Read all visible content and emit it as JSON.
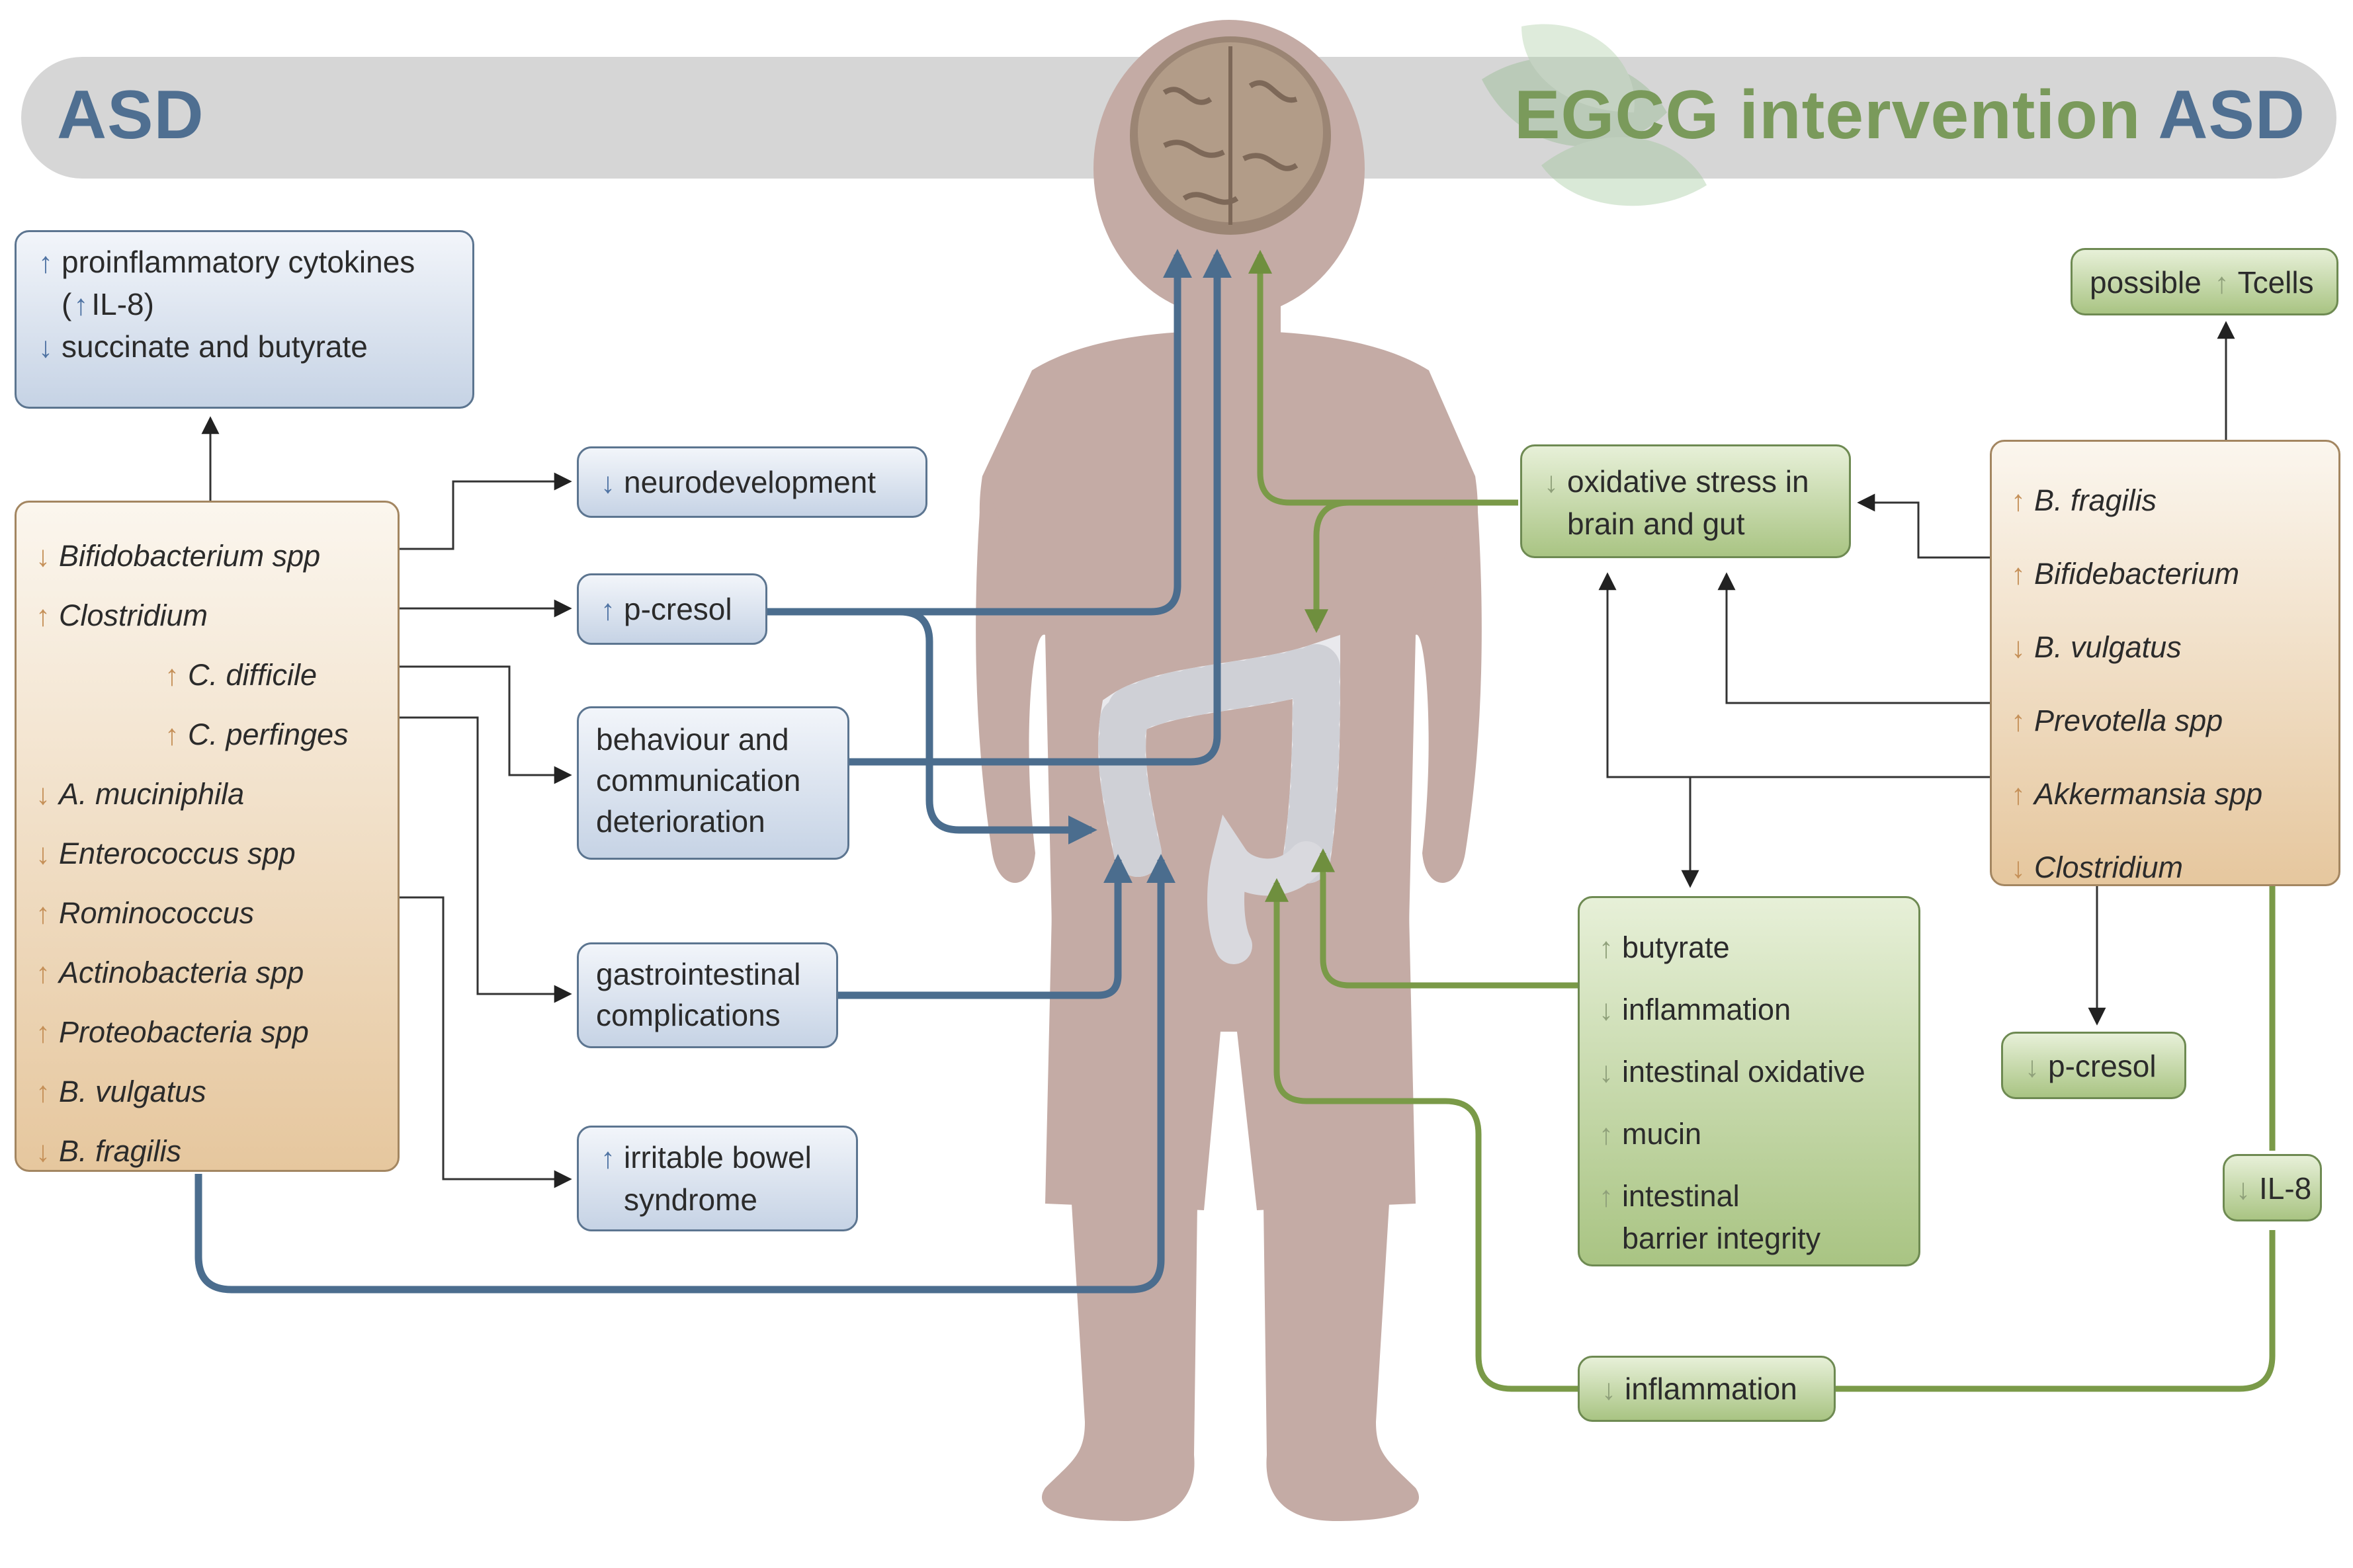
{
  "header": {
    "left_title": "ASD",
    "right_title_green": "EGCG intervention",
    "right_title_blue": "ASD"
  },
  "icons": [
    "brain-icon",
    "child-silhouette-icon",
    "intestine-icon",
    "tea-leaf-icon",
    "up-arrow-icon",
    "down-arrow-icon"
  ],
  "colors": {
    "asd_blue": "#4f6f91",
    "egcg_green": "#7a9a5b",
    "microbe_tan": "#c59058",
    "silhouette": "#c4aba5",
    "banner": "#d6d6d6"
  },
  "left": {
    "cytokines_box": {
      "line1": "proinflammatory cytokines",
      "line2_open": "(",
      "line2_text": "IL-8)",
      "line3": "succinate and butyrate"
    },
    "microbes": [
      {
        "dir": "down",
        "name": "Bifidobacterium spp"
      },
      {
        "dir": "up",
        "name": "Clostridium"
      },
      {
        "dir": "up",
        "name": "C. difficile"
      },
      {
        "dir": "up",
        "name": "C. perfinges"
      },
      {
        "dir": "down",
        "name": "A. muciniphila"
      },
      {
        "dir": "down",
        "name": "Enterococcus spp"
      },
      {
        "dir": "up",
        "name": "Rominococcus"
      },
      {
        "dir": "up",
        "name": "Actinobacteria spp"
      },
      {
        "dir": "up",
        "name": "Proteobacteria spp"
      },
      {
        "dir": "up",
        "name": "B. vulgatus"
      },
      {
        "dir": "down",
        "name": "B. fragilis"
      }
    ],
    "neurodevelopment": "neurodevelopment",
    "pcresol": "p-cresol",
    "behaviour": [
      "behaviour and",
      "communication",
      "deterioration"
    ],
    "gastro": [
      "gastrointestinal",
      "complications"
    ],
    "ibs": [
      "irritable bowel",
      "syndrome"
    ]
  },
  "right": {
    "tcells": {
      "prefix": "possible",
      "suffix": "Tcells"
    },
    "oxidative": [
      "oxidative stress in",
      "brain and gut"
    ],
    "microbes": [
      {
        "dir": "up",
        "name": "B. fragilis"
      },
      {
        "dir": "up",
        "name": "Bifidebacterium"
      },
      {
        "dir": "down",
        "name": "B. vulgatus"
      },
      {
        "dir": "up",
        "name": "Prevotella spp"
      },
      {
        "dir": "up",
        "name": "Akkermansia spp"
      },
      {
        "dir": "down",
        "name": "Clostridium"
      }
    ],
    "effects": [
      {
        "dir": "up",
        "text": "butyrate"
      },
      {
        "dir": "down",
        "text": "inflammation"
      },
      {
        "dir": "down",
        "text": "intestinal oxidative"
      },
      {
        "dir": "up",
        "text": "mucin"
      },
      {
        "dir": "up",
        "text": "intestinal"
      },
      {
        "dir": "none",
        "text": "barrier integrity"
      }
    ],
    "pcresol": "p-cresol",
    "il8": "IL-8",
    "inflammation": "inflammation"
  }
}
